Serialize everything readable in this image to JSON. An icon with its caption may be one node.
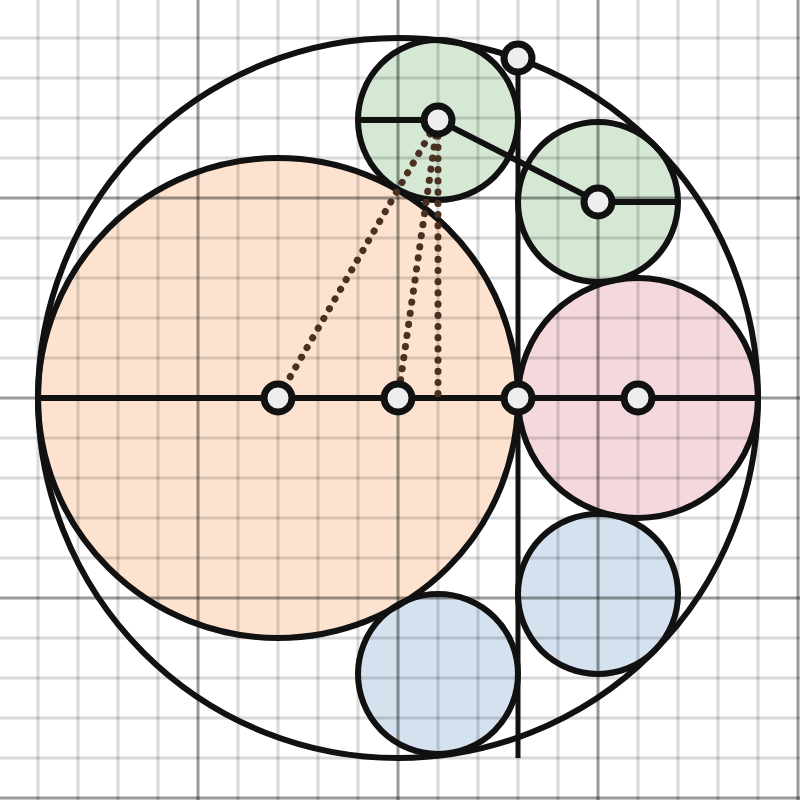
{
  "diagram": {
    "nodes": [
      {
        "text": [],
        "shape": "circle"
      },
      {
        "text": [],
        "shape": "circle"
      },
      {
        "text": [],
        "shape": "circle"
      },
      {
        "text": [],
        "shape": "circle"
      },
      {
        "text": [],
        "shape": "circle"
      },
      {
        "text": [],
        "shape": "circle"
      },
      {
        "text": [],
        "shape": "circle"
      }
    ],
    "edges": [
      {
        "from": 1,
        "to": 2,
        "arrow": "none"
      },
      {
        "from": 1,
        "to": 3,
        "arrow": "none",
        "style": "dashed",
        "color": "#4a3020"
      },
      {
        "from": 1,
        "to": 4,
        "arrow": "none",
        "style": "dashed",
        "color": "#4a3020"
      },
      {
        "from": 1,
        "to": null,
        "arrow": "none",
        "style": "dashed",
        "color": "#4a3020"
      }
    ]
  }
}
